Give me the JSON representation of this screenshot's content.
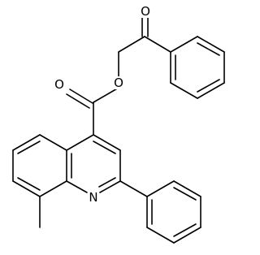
{
  "atoms": {
    "o1": "O",
    "o2": "O",
    "o3": "O",
    "n1": "N"
  }
}
